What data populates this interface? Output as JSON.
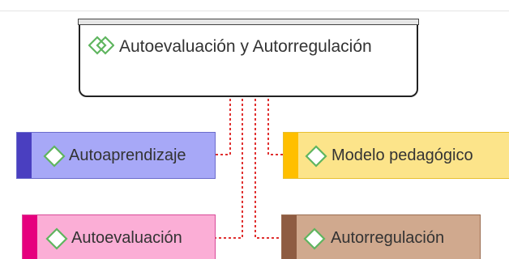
{
  "root": {
    "label": "Autoevaluación y Autorregulación",
    "icon": "double-diamond-icon"
  },
  "nodes": [
    {
      "label": "Autoaprendizaje",
      "color": "#a7a8f7",
      "accent": "#4a3fc0"
    },
    {
      "label": "Modelo pedagógico",
      "color": "#fce48a",
      "accent": "#ffbf00"
    },
    {
      "label": "Autoevaluación",
      "color": "#fbaed6",
      "accent": "#e6007e"
    },
    {
      "label": "Autorregulación",
      "color": "#d0a98e",
      "accent": "#8e5c42"
    }
  ],
  "connector_color": "#e03030",
  "icon_color": "#5fb55f"
}
